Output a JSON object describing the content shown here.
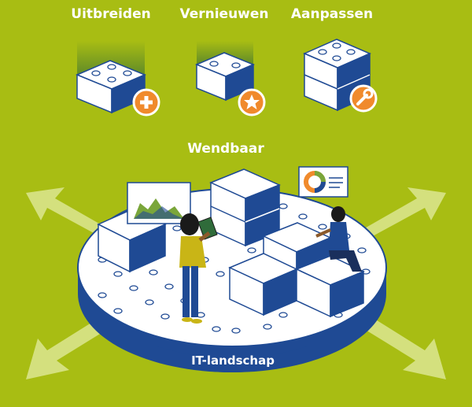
{
  "top_actions": [
    {
      "label": "Uitbreiden",
      "icon": "plus-icon"
    },
    {
      "label": "Vernieuwen",
      "icon": "star-icon"
    },
    {
      "label": "Aanpassen",
      "icon": "wrench-icon"
    }
  ],
  "center_label": "Wendbaar",
  "platform_label": "IT-landschap",
  "colors": {
    "background": "#a8bd13",
    "navy": "#1f4a94",
    "block_white": "#ffffff",
    "orange": "#f08a2c",
    "mustard": "#c9b516"
  }
}
